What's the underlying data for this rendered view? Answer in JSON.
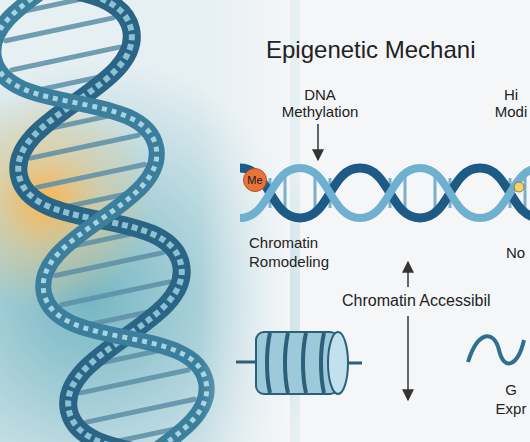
{
  "diagram": {
    "title": "Epigenetic Mechani",
    "nodes": [
      {
        "text": [
          "Me"
        ]
      }
    ],
    "labels": [
      "DNA Methylation",
      "Hi Modi",
      "Chromatin Romodeling",
      "No",
      "Chromatin Accessibil",
      "G Expr"
    ]
  }
}
